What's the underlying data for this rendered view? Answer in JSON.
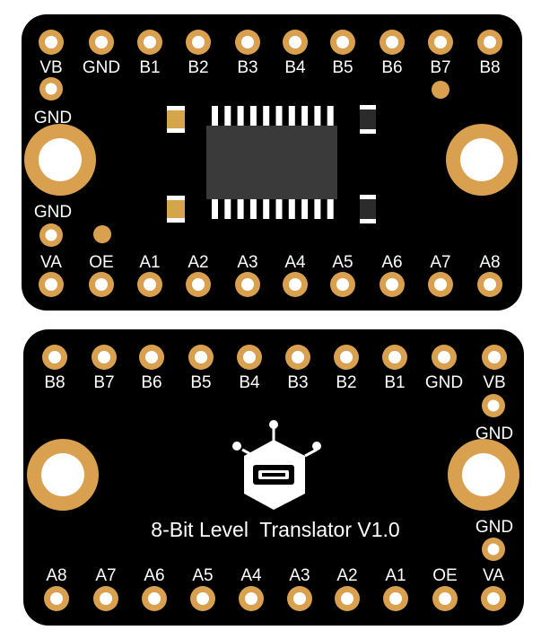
{
  "colors": {
    "pcb": "#000000",
    "pad": "#d9a14f",
    "hole": "#ffffff",
    "silkscreen": "#ffffff",
    "chip_body": "#3a3a3a",
    "chip_pins": "#ffffff",
    "capacitor_body": "#d4a54b",
    "capacitor_end": "#ffffff",
    "dark_component": "#2b2b2b"
  },
  "front_board": {
    "top_pins": [
      "VB",
      "GND",
      "B1",
      "B2",
      "B3",
      "B4",
      "B5",
      "B6",
      "B7",
      "B8"
    ],
    "left_upper_label": "GND",
    "left_lower_label": "GND",
    "bottom_pins": [
      "VA",
      "OE",
      "A1",
      "A2",
      "A3",
      "A4",
      "A5",
      "A6",
      "A7",
      "A8"
    ],
    "chip_icon": "soic-chip-icon"
  },
  "back_board": {
    "top_pins": [
      "B8",
      "B7",
      "B6",
      "B5",
      "B4",
      "B3",
      "B2",
      "B1",
      "GND",
      "VB"
    ],
    "right_upper_label": "GND",
    "right_lower_label": "GND",
    "bottom_pins": [
      "A8",
      "A7",
      "A6",
      "A5",
      "A4",
      "A3",
      "A2",
      "A1",
      "OE",
      "VA"
    ],
    "logo_icon": "robot-logo-icon",
    "title": "8-Bit Level  Translator V1.0"
  }
}
